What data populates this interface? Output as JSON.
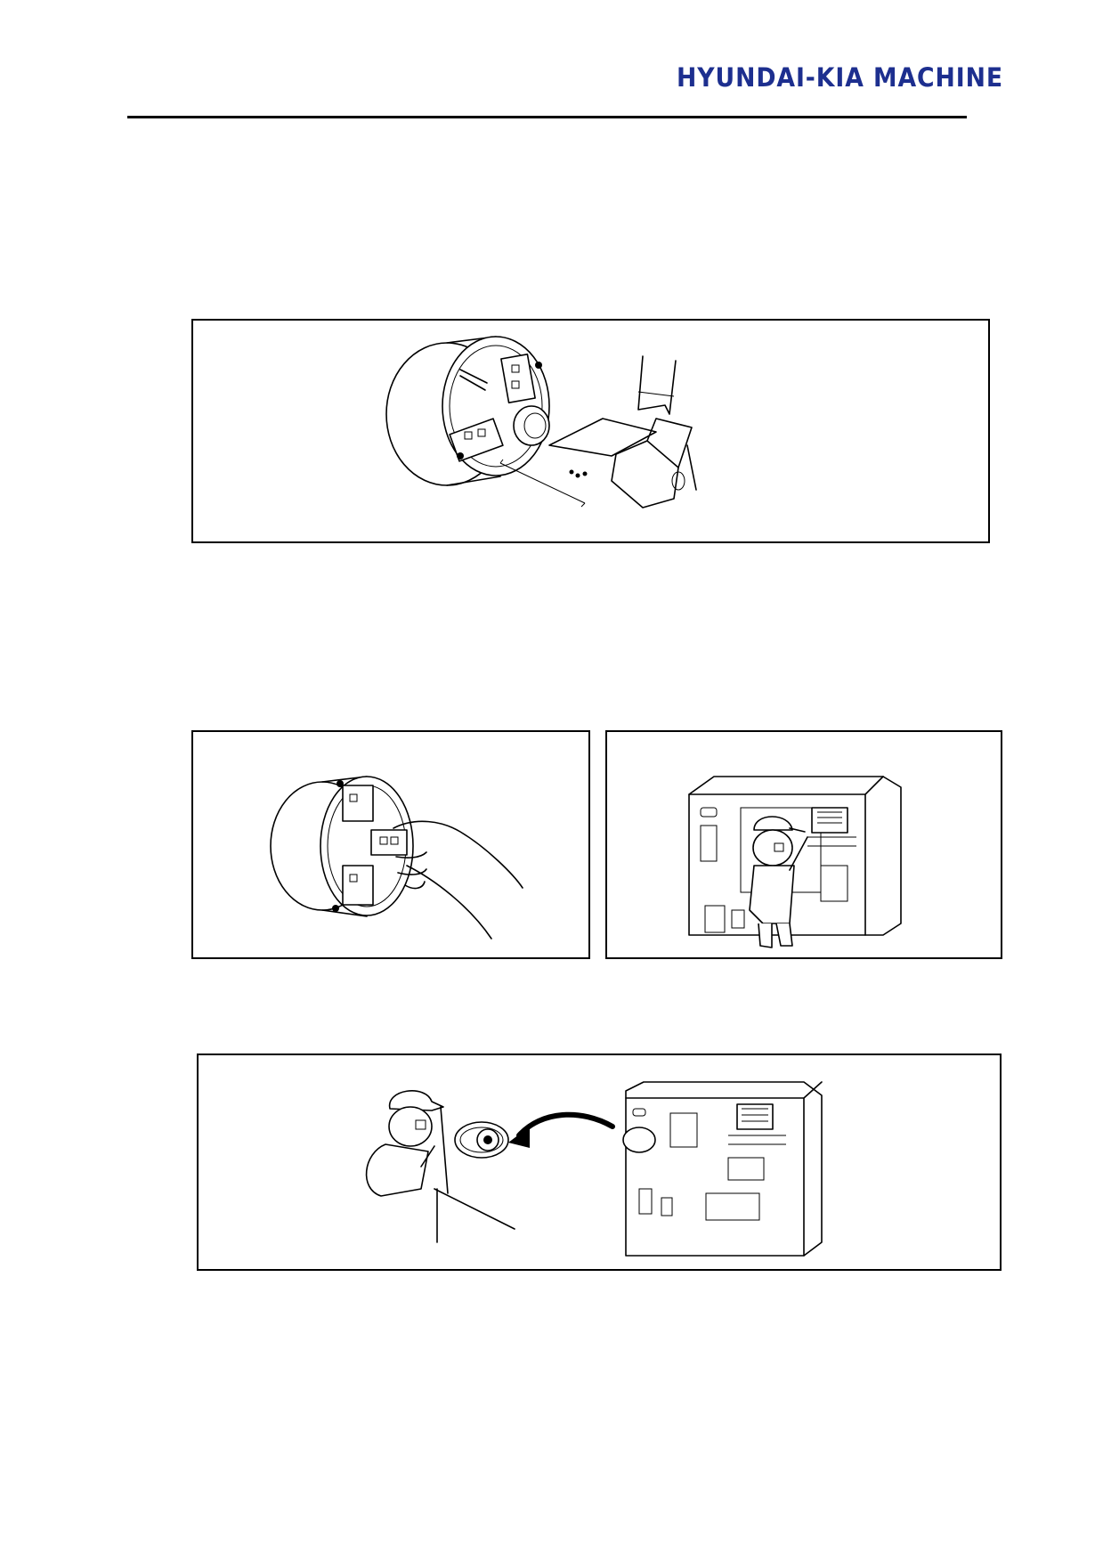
{
  "header": {
    "brand": "HYUNDAI-KIA MACHINE",
    "brand_color": "#1d2f8f"
  },
  "figures": [
    {
      "id": "fig-chuck-measure",
      "icon": "chuck-and-measuring-gauge"
    },
    {
      "id": "fig-hand-jaw",
      "icon": "hand-adjusting-chuck-jaw"
    },
    {
      "id": "fig-operator-panel",
      "icon": "operator-at-lathe-control-panel"
    },
    {
      "id": "fig-emergency-stop",
      "icon": "operator-pointing-to-emergency-stop"
    }
  ]
}
